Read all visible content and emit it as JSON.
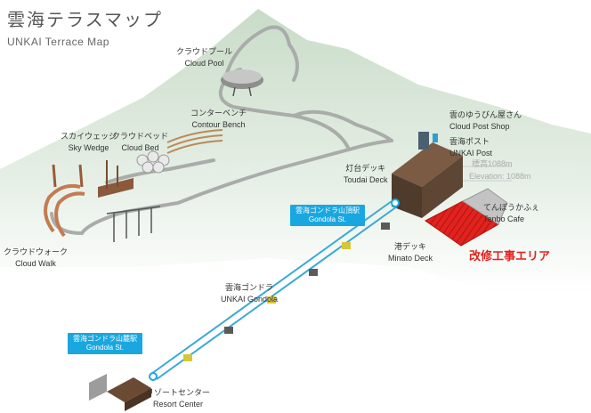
{
  "header": {
    "title_jp": "雲海テラスマップ",
    "title_en": "UNKAI Terrace Map"
  },
  "places": {
    "cloud_pool": {
      "jp": "クラウドプール",
      "en": "Cloud Pool"
    },
    "contour_bench": {
      "jp": "コンターベンチ",
      "en": "Contour Bench"
    },
    "sky_wedge": {
      "jp": "スカイウェッジ",
      "en": "Sky Wedge"
    },
    "cloud_bed": {
      "jp": "クラウドベッド",
      "en": "Cloud Bed"
    },
    "cloud_walk": {
      "jp": "クラウドウォーク",
      "en": "Cloud Walk"
    },
    "cloud_post_shop": {
      "jp": "雲のゆうびん屋さん",
      "en": "Cloud Post Shop"
    },
    "unkai_post": {
      "jp": "雲海ポスト",
      "en": "UNKAI Post"
    },
    "toudai_deck": {
      "jp": "灯台デッキ",
      "en": "Toudai Deck"
    },
    "tenbo_cafe": {
      "jp": "てんぼうかふぇ",
      "en": "Tenbo Cafe"
    },
    "minato_deck": {
      "jp": "港デッキ",
      "en": "Minato Deck"
    },
    "unkai_gondola": {
      "jp": "雲海ゴンドラ",
      "en": "UNKAI Gondola"
    },
    "resort_center": {
      "jp": "リゾートセンター",
      "en": "Resort Center"
    }
  },
  "stations": {
    "top": {
      "jp": "雲海ゴンドラ山頂駅",
      "en": "Gondola St."
    },
    "base": {
      "jp": "雲海ゴンドラ山麓駅",
      "en": "Gondola St."
    }
  },
  "elevation": {
    "jp": "標高1088m",
    "en": "Elevation: 1088m"
  },
  "construction_notice": "改修工事エリア",
  "colors": {
    "mountain": "#dfe9df",
    "path": "#a9aca9",
    "station": "#1aa7df",
    "construction": "#e0231e",
    "gondola_line": "#3aa8d8"
  }
}
